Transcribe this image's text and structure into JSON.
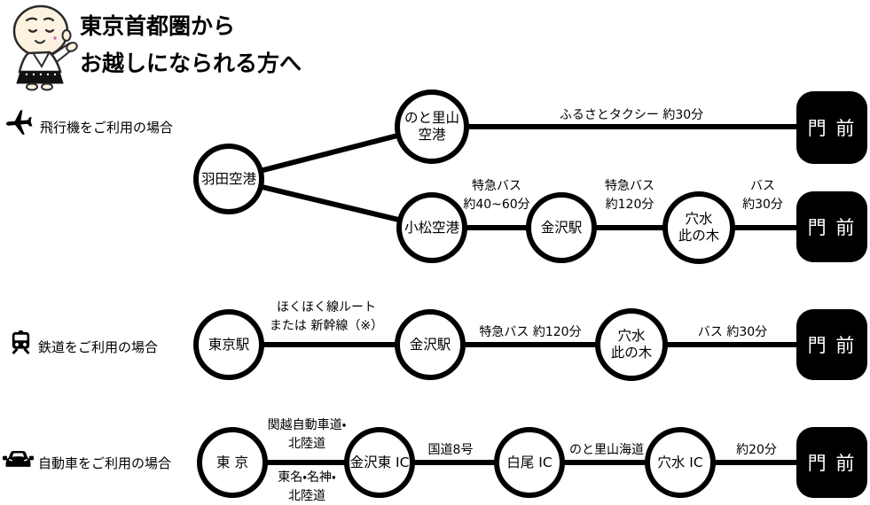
{
  "header": {
    "title_line1": "東京首都圏から",
    "title_line2": "お越しになられる方へ"
  },
  "sections": {
    "plane": {
      "label": "飛行機をご利用の場合",
      "icon": "airplane-icon"
    },
    "rail": {
      "label": "鉄道をご利用の場合",
      "icon": "train-icon"
    },
    "car": {
      "label": "自動車をご利用の場合",
      "icon": "car-icon"
    }
  },
  "nodes": {
    "haneda": {
      "label": "羽田空港"
    },
    "noto_airport": {
      "line1": "のと里山",
      "line2": "空港"
    },
    "komatsu": {
      "label": "小松空港"
    },
    "kanazawa_station": {
      "label": "金沢駅"
    },
    "anamizu_konoki": {
      "line1": "穴水",
      "line2": "此の木"
    },
    "tokyo_station": {
      "label": "東京駅"
    },
    "tokyo_city": {
      "label": "東 京"
    },
    "kanazawa_higashi_ic": {
      "label": "金沢東 IC"
    },
    "shiro_ic": {
      "label": "白尾 IC"
    },
    "anamizu_ic": {
      "label": "穴水 IC"
    },
    "monzen": {
      "label": "門 前"
    }
  },
  "edge_labels": {
    "furusato_taxi": "ふるさとタクシー 約30分",
    "ltd_express_bus": "特急バス",
    "about_40_60_min": "約40~60分",
    "about_120_min": "約120分",
    "bus": "バス",
    "about_30_min": "約30分",
    "hokuhoku_route": "ほくほく線ルート",
    "or_shinkansen": "または 新幹線（※）",
    "ltd_express_bus_120": "特急バス 約120分",
    "bus_30": "バス 約30分",
    "kanetsu_expwy": "関越自動車道・",
    "hokuriku_expwy": "北陸道",
    "tomei_meishin": "東名・名神・",
    "route_8": "国道8号",
    "noto_satoyama_kaido": "のと里山海道",
    "about_20_min": "約20分"
  },
  "colors": {
    "ink": "#000000",
    "background": "#ffffff",
    "terminal_bg": "#000000",
    "terminal_text": "#ffffff"
  }
}
